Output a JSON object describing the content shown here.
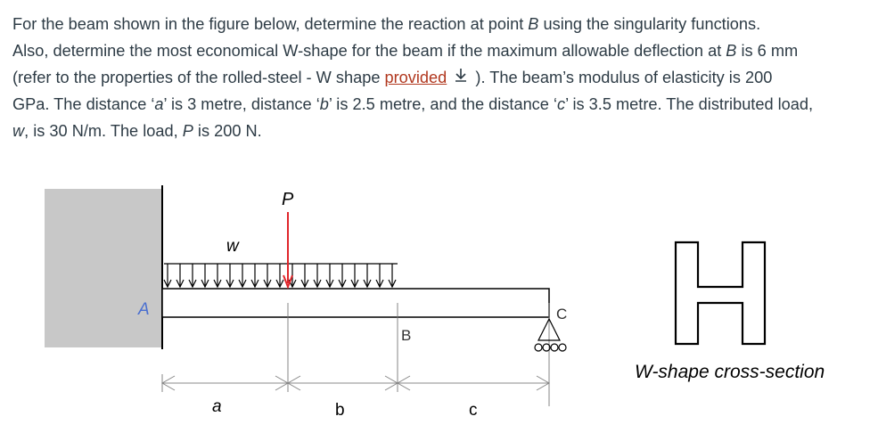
{
  "question": {
    "line1": "For the beam shown in the figure below, determine the reaction at point ",
    "b1": "B",
    "line1b": " using the singularity functions.",
    "line2": "Also, determine the most economical W-shape for the beam if the maximum allowable deflection at ",
    "b2": "B",
    "line2b": " is 6 mm",
    "line3a": "(refer to the properties of the rolled-steel - W shape ",
    "link": "provided",
    "line3b": " ). The beam’s modulus of elasticity is 200",
    "line4a": "GPa. The distance ‘",
    "a": "a",
    "line4b": "’ is 3 metre, distance ‘",
    "b": "b",
    "line4c": "’ is 2.5 metre, and the distance ‘",
    "c": "c",
    "line4d": "’ is 3.5 metre. The distributed load,",
    "w": "w",
    "line5a": ", is 30 N/m. The load, ",
    "P": "P",
    "line5b": " is 200 N."
  },
  "figure": {
    "labels": {
      "A": "A",
      "B": "B",
      "C": "C",
      "P": "P",
      "w": "w",
      "a": "a",
      "b": "b",
      "c": "c"
    },
    "caption": "W-shape cross-section",
    "colors": {
      "wall": "#c8c8c8",
      "beam": "#000000",
      "load_P": "#e0262b",
      "label_A": "#4a6fd0"
    },
    "icons": {
      "download": "download-arrow-icon"
    }
  }
}
